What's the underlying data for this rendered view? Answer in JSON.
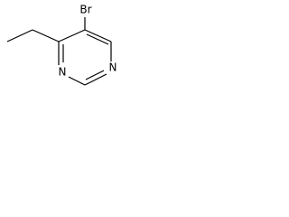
{
  "molecule": {
    "atoms": {
      "br": "Br",
      "n_top": "N",
      "n_bottom": "N"
    }
  }
}
